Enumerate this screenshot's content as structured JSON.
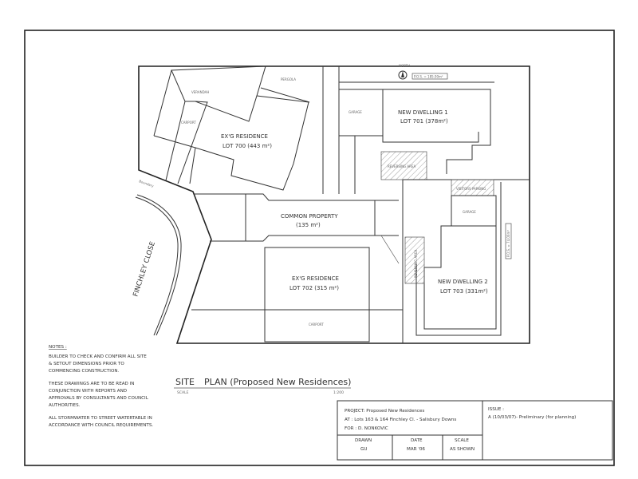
{
  "drawing": {
    "road_name": "FINCHLEY CLOSE",
    "lots": {
      "lot700": {
        "title": "EX'G RESIDENCE",
        "lot": "LOT 700 (443 m²)",
        "verandah": "VERANDAH",
        "pergola": "PERGOLA",
        "carport": "CARPORT"
      },
      "lot701": {
        "title": "NEW DWELLING 1",
        "lot": "LOT 701 (378m²)",
        "garage": "GARAGE",
        "reversing": "REVERSING AREA",
        "pos": "P.O.S. = 185.00m²"
      },
      "common": {
        "title": "COMMON PROPERTY",
        "area": "(135 m²)"
      },
      "lot702": {
        "title": "EX'G RESIDENCE",
        "lot": "LOT 702 (315 m²)",
        "carport": "CARPORT"
      },
      "lot703": {
        "title": "NEW DWELLING 2",
        "lot": "LOT 703 (331m²)",
        "garage": "GARAGE",
        "visitors": "VISITORS PARKING",
        "reversing": "REVERSING AREA",
        "pos": "P.O.S. = 74.00m²"
      }
    },
    "north_label": "NORTH",
    "boundary_label": "Boundary"
  },
  "notes": {
    "heading": "NOTES :",
    "items": [
      [
        "BUILDER TO CHECK AND CONFIRM ALL SITE",
        "& SETOUT DIMENSIONS PRIOR TO",
        "COMMENCING CONSTRUCTION."
      ],
      [
        "THESE DRAWINGS ARE TO BE READ IN",
        "CONJUNCTION WITH REPORTS AND",
        "APPROVALS BY CONSULTANTS AND COUNCIL",
        "AUTHORITIES."
      ],
      [
        "ALL STORMWATER TO STREET WATERTABLE IN",
        "ACCORDANCE WITH COUNCIL REQUIREMENTS."
      ]
    ]
  },
  "title": {
    "site": "SITE",
    "plan": "PLAN (Proposed New Residences)",
    "scale_label": "SCALE",
    "scale_value": "1:200"
  },
  "title_block": {
    "project": "PROJECT: Proposed New Residences",
    "at": "AT : Lots 163  & 164 Finchley Cl. - Salisbury Downs",
    "for": "FOR : D. NONKOVIC",
    "issue_label": "ISSUE :",
    "issue": "A (10/03/07)- Preliminary (for planning)",
    "drawn_label": "DRAWN",
    "drawn": "GU",
    "date_label": "DATE",
    "date": "MAR '06",
    "scale_label": "SCALE",
    "scale": "AS SHOWN"
  }
}
